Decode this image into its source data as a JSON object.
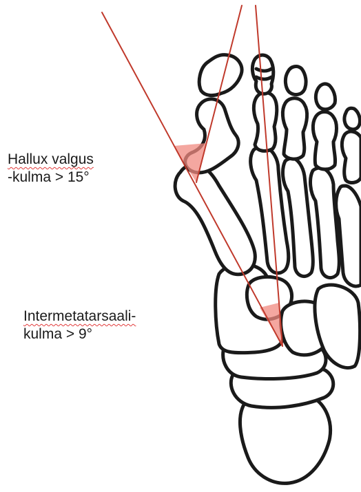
{
  "labels": {
    "hallux_line1": "Hallux valgus",
    "hallux_line2": "-kulma > 15°",
    "inter_line1": "Intermetatarsaali-",
    "inter_line2": "kulma > 9°"
  },
  "colors": {
    "bone_outline": "#1a1a1a",
    "angle_line": "#c0392b",
    "angle_fill": "#f08a80",
    "spellcheck_underline": "#e23a3a"
  },
  "angles": {
    "hallux_valgus_threshold_deg": 15,
    "intermetatarsal_threshold_deg": 9
  }
}
